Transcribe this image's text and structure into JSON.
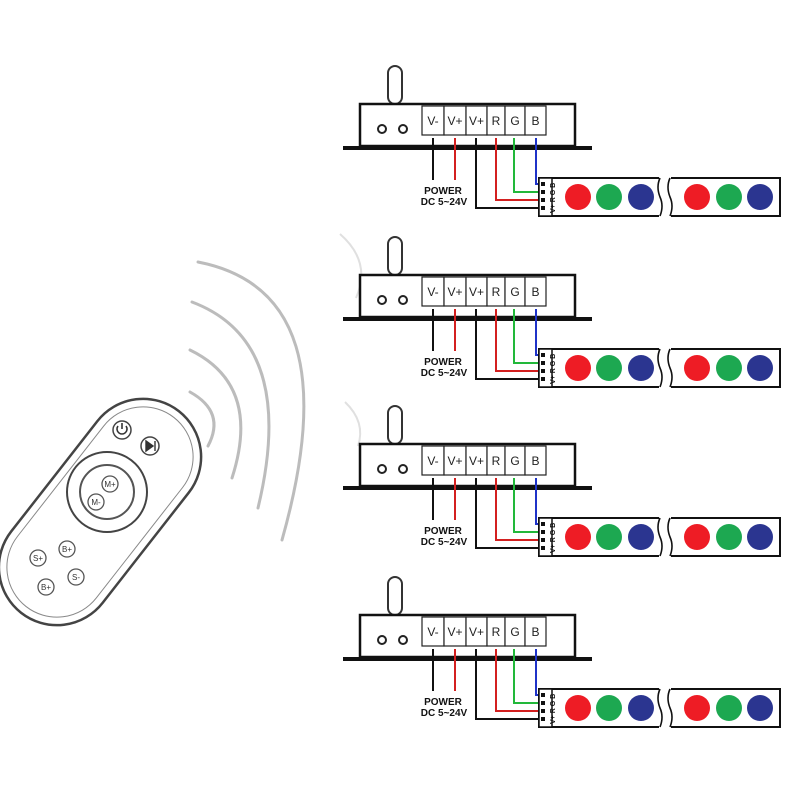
{
  "controller": {
    "terminals": [
      "V-",
      "V+",
      "V+",
      "R",
      "G",
      "B"
    ],
    "power_line1": "POWER",
    "power_line2": "DC 5~24V"
  },
  "strip": {
    "pin_labels": [
      "B",
      "G",
      "R",
      "V+"
    ],
    "led_colors": [
      "#ee1c25",
      "#1da851",
      "#2b3590"
    ]
  },
  "wire_colors": {
    "neg": "#111111",
    "pos": "#d32020",
    "red": "#d32020",
    "green": "#22b83a",
    "blue": "#1f33c8",
    "v_plus": "#111111"
  },
  "remote": {
    "buttons": [
      "M+",
      "M-",
      "B+",
      "S-",
      "S+",
      "B+"
    ]
  },
  "receiver_count": 4
}
